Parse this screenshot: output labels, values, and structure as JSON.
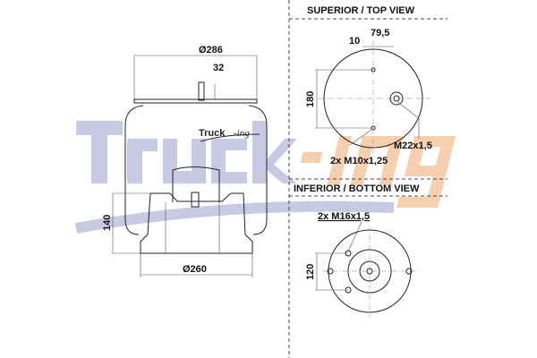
{
  "watermark": {
    "brand_left": "Truck",
    "brand_right": "-ing",
    "color_left": "#c8cae4",
    "color_right": "#f6cfae"
  },
  "logo": {
    "text_left": "Truck",
    "text_right": "-ing"
  },
  "side_view": {
    "top_diameter": "Ø286",
    "stud_height": "32",
    "height": "140",
    "bottom_diameter": "Ø260"
  },
  "top_view": {
    "title": "SUPERIOR / TOP VIEW",
    "dim_offset": "10",
    "dim_air": "79,5",
    "dim_spacing": "180",
    "air_fitting": "M22x1,5",
    "studs": "2x M10x1,25"
  },
  "bottom_view": {
    "title": "INFERIOR / BOTTOM VIEW",
    "studs": "2x M16x1,5",
    "dim_spacing": "120"
  }
}
